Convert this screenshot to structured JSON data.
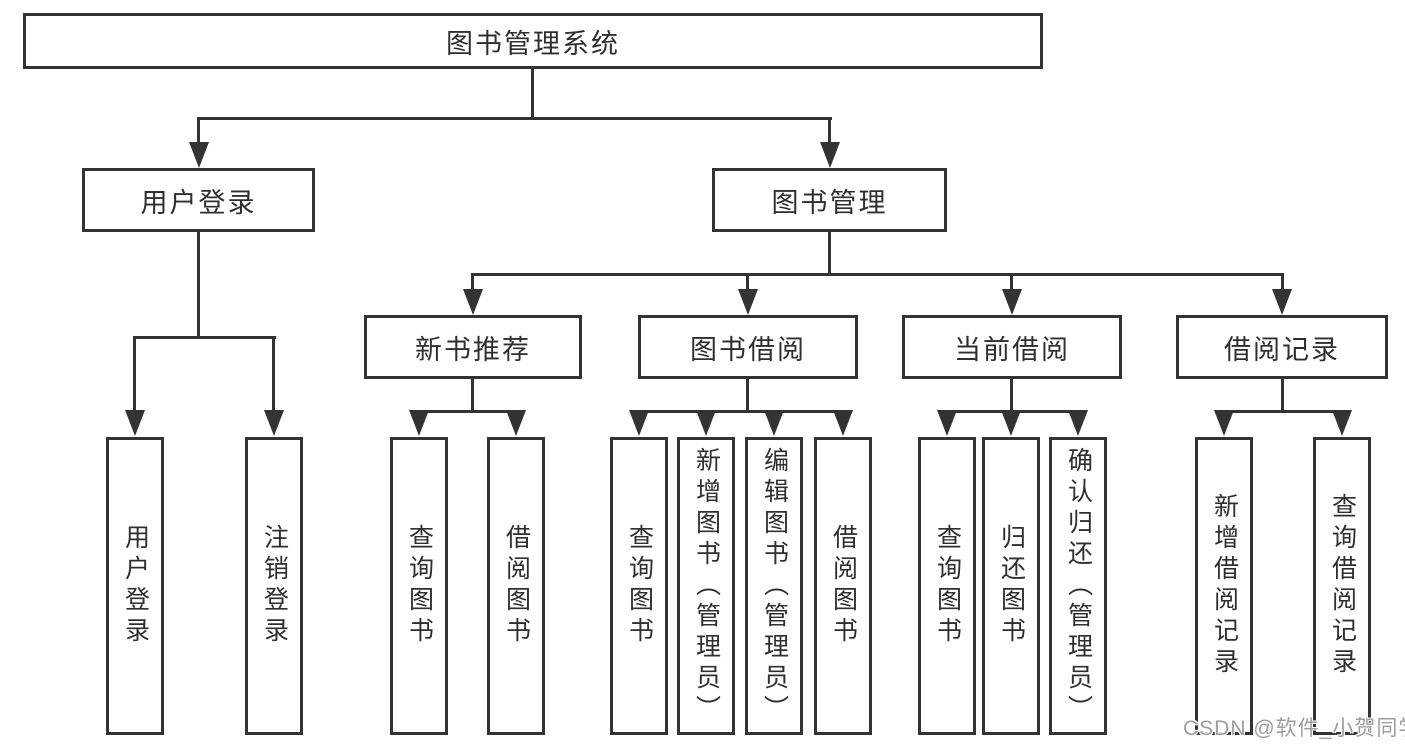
{
  "diagram": {
    "title": "图书管理系统",
    "nodes": {
      "root": "图书管理系统",
      "user_login": "用户登录",
      "book_management": "图书管理",
      "new_book_recommend": "新书推荐",
      "book_borrow": "图书借阅",
      "current_borrow": "当前借阅",
      "borrow_record": "借阅记录",
      "leaf_user_login": "用户登录",
      "leaf_logout": "注销登录",
      "leaf_query_book_recommend": "查询图书",
      "leaf_borrow_book_recommend": "借阅图书",
      "leaf_query_book_borrow": "查询图书",
      "leaf_add_book_admin": "新增图书（管理员）",
      "leaf_edit_book_admin": "编辑图书（管理员）",
      "leaf_borrow_book_borrow": "借阅图书",
      "leaf_query_book_current": "查询图书",
      "leaf_return_book": "归还图书",
      "leaf_confirm_return_admin": "确认归还（管理员）",
      "leaf_add_borrow_record": "新增借阅记录",
      "leaf_query_borrow_record": "查询借阅记录"
    },
    "hierarchy": {
      "图书管理系统": {
        "用户登录": [
          "用户登录",
          "注销登录"
        ],
        "图书管理": {
          "新书推荐": [
            "查询图书",
            "借阅图书"
          ],
          "图书借阅": [
            "查询图书",
            "新增图书（管理员）",
            "编辑图书（管理员）",
            "借阅图书"
          ],
          "当前借阅": [
            "查询图书",
            "归还图书",
            "确认归还（管理员）"
          ],
          "借阅记录": [
            "新增借阅记录",
            "查询借阅记录"
          ]
        }
      }
    },
    "colors": {
      "line": "#333333",
      "text": "#2f2f2f",
      "background": "#ffffff",
      "watermark": "#9e9e9e"
    },
    "watermark": "CSDN @软件_小贺同学"
  }
}
